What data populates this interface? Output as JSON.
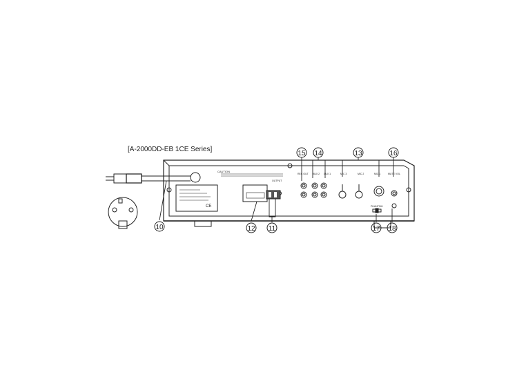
{
  "title": "[A-2000DD-EB 1CE Series]",
  "caution": "CAUTION",
  "output_label": "OUTPUT",
  "label_ce": "CE",
  "connectors": {
    "rec_out": "REC OUT",
    "aux2": "AUX 2",
    "aux1": "AUX 1",
    "mic3": "MIC 3",
    "mic2": "MIC 2",
    "mic1": "MIC 1",
    "mute_vol": "MUTE VOL",
    "phantom": "PHANTOM"
  },
  "callouts": [
    "10",
    "11",
    "12",
    "13",
    "14",
    "15",
    "16",
    "17",
    "18"
  ],
  "colors": {
    "line": "#222222",
    "background": "#ffffff"
  }
}
